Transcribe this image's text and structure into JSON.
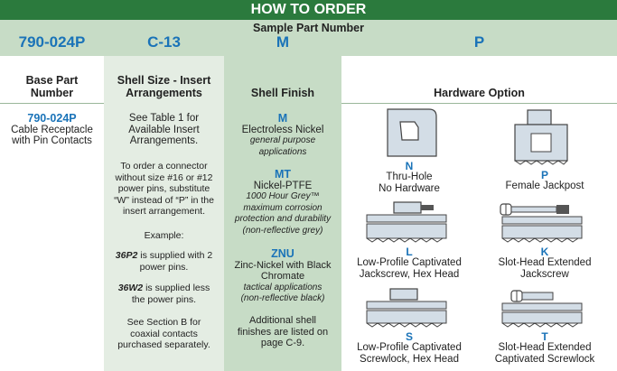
{
  "title": "HOW TO ORDER",
  "sample": {
    "title": "Sample Part Number",
    "codes": [
      "790-024P",
      "C-13",
      "M",
      "P"
    ]
  },
  "headers": {
    "base": "Base Part Number",
    "shell": "Shell Size - Insert Arrangements",
    "finish": "Shell Finish",
    "hardware": "Hardware Option"
  },
  "base": {
    "code": "790-024P",
    "desc1": "Cable Receptacle",
    "desc2": "with Pin Contacts"
  },
  "shell": {
    "line1": "See Table 1 for",
    "line2": "Available Insert",
    "line3": "Arrangements.",
    "order1": "To order a connector",
    "order2": "without size #16 or #12",
    "order3": "power pins, substitute",
    "order4": "“W” instead of “P” in the",
    "order5": "insert arrangement.",
    "example": "Example:",
    "ex1_code": "36P2",
    "ex1_a": " is supplied with 2",
    "ex1_b": "power pins.",
    "ex2_code": "36W2",
    "ex2_a": " is supplied less",
    "ex2_b": "the power pins.",
    "sec1": "See Section B for",
    "sec2": "coaxial contacts",
    "sec3": "purchased separately."
  },
  "finish": {
    "m_code": "M",
    "m_name": "Electroless Nickel",
    "m_d1": "general purpose",
    "m_d2": "applications",
    "mt_code": "MT",
    "mt_name": "Nickel-PTFE",
    "mt_d1": "1000 Hour Grey™",
    "mt_d2": "maximum corrosion",
    "mt_d3": "protection and durability",
    "mt_d4": "(non-reflective grey)",
    "znu_code": "ZNU",
    "znu_n1": "Zinc-Nickel with Black",
    "znu_n2": "Chromate",
    "znu_d1": "tactical applications",
    "znu_d2": "(non-reflective black)",
    "add1": "Additional shell",
    "add2": "finishes are listed on",
    "add3": "page C-9."
  },
  "hardware": {
    "options": [
      {
        "letter": "N",
        "line1": "Thru-Hole",
        "line2": "No Hardware"
      },
      {
        "letter": "P",
        "line1": "Female Jackpost",
        "line2": ""
      },
      {
        "letter": "L",
        "line1": "Low-Profile Captivated",
        "line2": "Jackscrew, Hex Head"
      },
      {
        "letter": "K",
        "line1": "Slot-Head Extended",
        "line2": "Jackscrew"
      },
      {
        "letter": "S",
        "line1": "Low-Profile Captivated",
        "line2": "Screwlock, Hex Head"
      },
      {
        "letter": "T",
        "line1": "Slot-Head Extended",
        "line2": "Captivated Screwlock"
      }
    ]
  },
  "colors": {
    "title_bar": "#2b7a3d",
    "sample_row": "#c7dcc6",
    "shell_col": "#e4ede3",
    "finish_col": "#c7dcc6",
    "code_blue": "#1a73b8"
  }
}
